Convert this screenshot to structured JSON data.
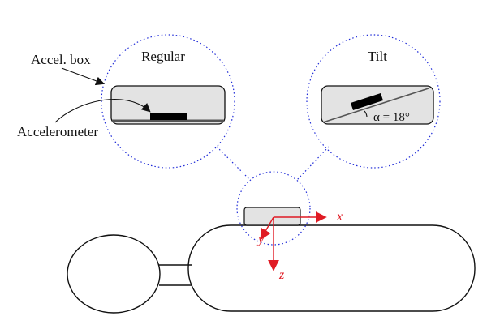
{
  "labels": {
    "regular": "Regular",
    "tilt": "Tilt",
    "accel_box": "Accel. box",
    "accelerometer": "Accelerometer",
    "angle": "α = 18°"
  },
  "axes": {
    "x": "x",
    "y": "y",
    "z": "z"
  },
  "colors": {
    "axis": "#e01b24",
    "zoom_circle": "#1f2bd8",
    "box_fill": "#e3e3e3",
    "sensor": "#000000",
    "outline": "#111111"
  }
}
